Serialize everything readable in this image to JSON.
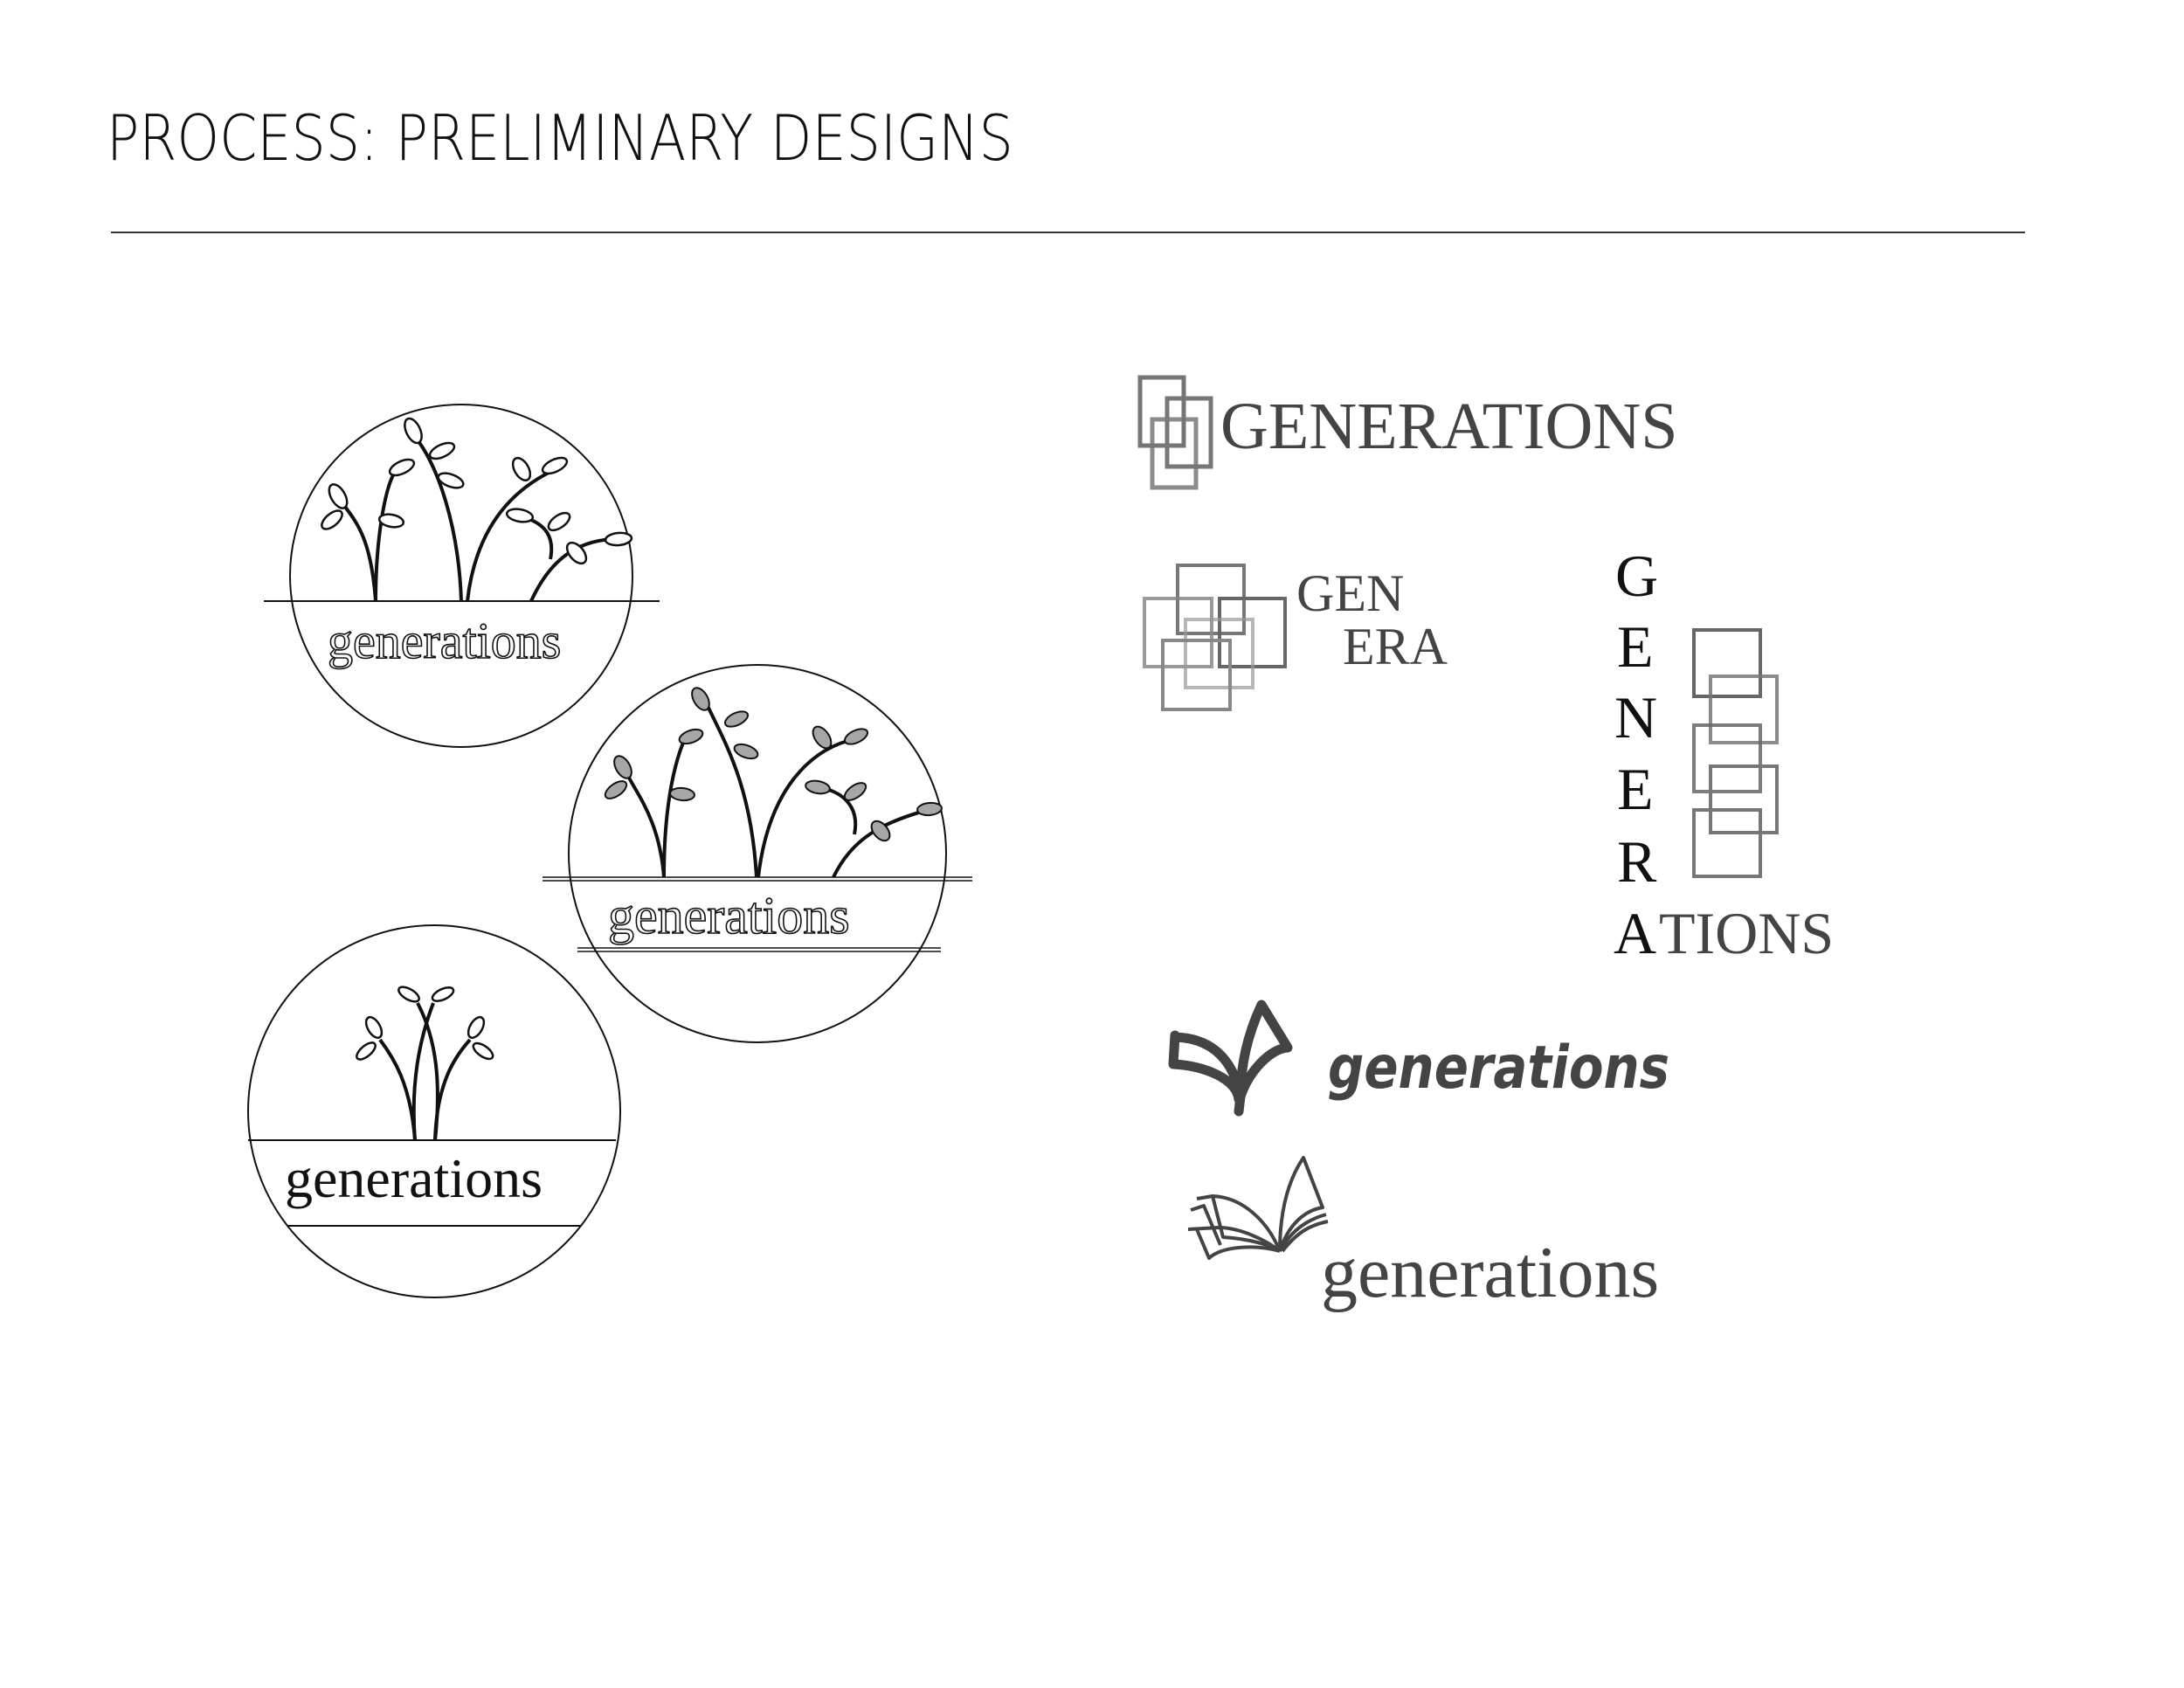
{
  "page": {
    "title": "PROCESS: PRELIMINARY DESIGNS"
  },
  "logos": {
    "circle_outline": {
      "wordmark": "generations",
      "leaf_fill": "#ffffff"
    },
    "circle_filled": {
      "wordmark": "generations",
      "leaf_fill": "#a6a6a6"
    },
    "circle_sprout": {
      "wordmark": "generations"
    },
    "squares_wordmark": {
      "wordmark": "GENERATIONS",
      "color": "#444444"
    },
    "squares_stacked": {
      "line1": "GEN",
      "line2": "ERA",
      "color": "#444444"
    },
    "vertical": {
      "letters": [
        "G",
        "E",
        "N",
        "E",
        "R",
        "A"
      ],
      "suffix": "TIONS",
      "letter_color": "#111111",
      "suffix_color": "#444444"
    },
    "leaf_script": {
      "wordmark": "generations",
      "color": "#444444"
    },
    "book": {
      "wordmark": "generations",
      "color": "#444444"
    }
  }
}
